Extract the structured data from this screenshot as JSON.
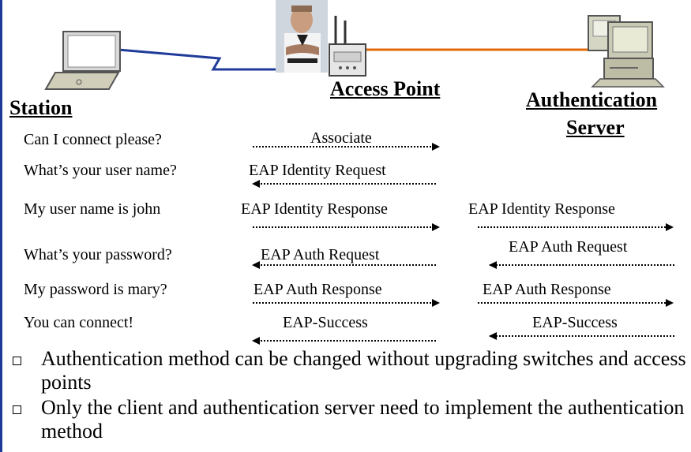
{
  "headings": {
    "station": "Station",
    "access_point": "Access Point",
    "auth_server_line1": "Authentication",
    "auth_server_line2": "Server"
  },
  "dialog": [
    "Can I connect please?",
    "What’s your user name?",
    "My user name is john",
    "What’s your password?",
    "My password is mary?",
    "You can connect!"
  ],
  "ap_messages": [
    "Associate",
    "EAP Identity Request",
    "EAP Identity Response",
    "EAP Auth Request",
    "EAP Auth Response",
    "EAP-Success"
  ],
  "server_messages": [
    "EAP Identity Response",
    "EAP Auth Request",
    "EAP Auth Response",
    "EAP-Success"
  ],
  "bullets": [
    "Authentication method can be changed without upgrading switches and access points",
    "Only the client and authentication server need to implement the authentication method"
  ],
  "colors": {
    "station_link": "#1f3b99",
    "server_link": "#e36c0a",
    "rule": "#1f3b99"
  },
  "icons": [
    "laptop-icon",
    "security-guard-image",
    "access-point-icon",
    "server-computer-icon"
  ]
}
